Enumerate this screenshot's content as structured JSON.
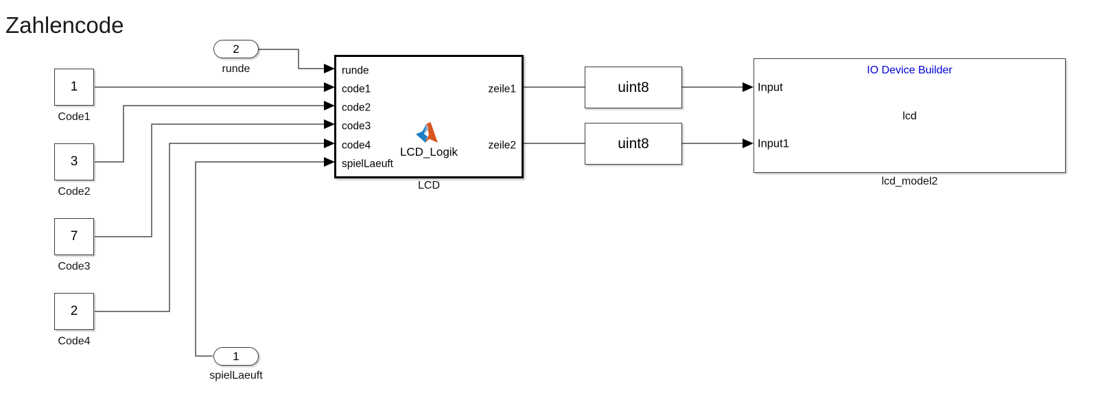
{
  "diagram": {
    "title": "Zahlencode",
    "type": "simulink-block-diagram"
  },
  "constants": [
    {
      "value": "1",
      "name": "Code1"
    },
    {
      "value": "3",
      "name": "Code2"
    },
    {
      "value": "7",
      "name": "Code3"
    },
    {
      "value": "2",
      "name": "Code4"
    }
  ],
  "inports": [
    {
      "number": "2",
      "name": "runde"
    },
    {
      "number": "1",
      "name": "spielLaeuft"
    }
  ],
  "subsystem": {
    "name": "LCD",
    "icon_label": "LCD_Logik",
    "icon": "matlab-logo-icon",
    "inputs": [
      "runde",
      "code1",
      "code2",
      "code3",
      "code4",
      "spielLaeuft"
    ],
    "outputs": [
      "zeile1",
      "zeile2"
    ]
  },
  "converters": [
    {
      "label": "uint8",
      "name": "data-type-conversion-1"
    },
    {
      "label": "uint8",
      "name": "data-type-conversion-2"
    }
  ],
  "io_device_builder": {
    "header": "IO Device Builder",
    "center_label": "lcd",
    "inputs": [
      "Input",
      "Input1"
    ],
    "name": "lcd_model2",
    "header_color": "#0000d0"
  },
  "colors": {
    "block_border": "#3a3a3a",
    "subsystem_border": "#000000",
    "wire": "#4a4a4a",
    "text": "#000000",
    "builder_blue": "#0000d0",
    "matlab_orange": "#d9541e",
    "matlab_blue": "#1f7fc4"
  }
}
